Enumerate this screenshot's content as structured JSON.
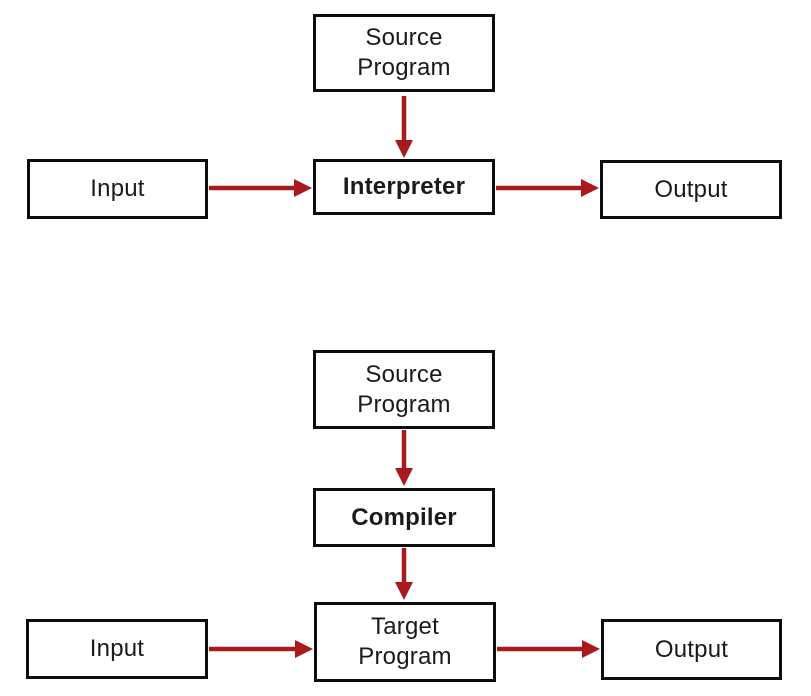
{
  "colors": {
    "arrow": "#A81A1C",
    "box_border": "#0D0D0D",
    "box_fill": "#FFFFFF",
    "text": "#1A1A1A",
    "background": "#FFFFFF"
  },
  "interpreter_flow": {
    "source_program": {
      "line1": "Source",
      "line2": "Program"
    },
    "input": "Input",
    "interpreter": "Interpreter",
    "output": "Output"
  },
  "compiler_flow": {
    "source_program": {
      "line1": "Source",
      "line2": "Program"
    },
    "compiler": "Compiler",
    "target_program": {
      "line1": "Target",
      "line2": "Program"
    },
    "input": "Input",
    "output": "Output"
  }
}
